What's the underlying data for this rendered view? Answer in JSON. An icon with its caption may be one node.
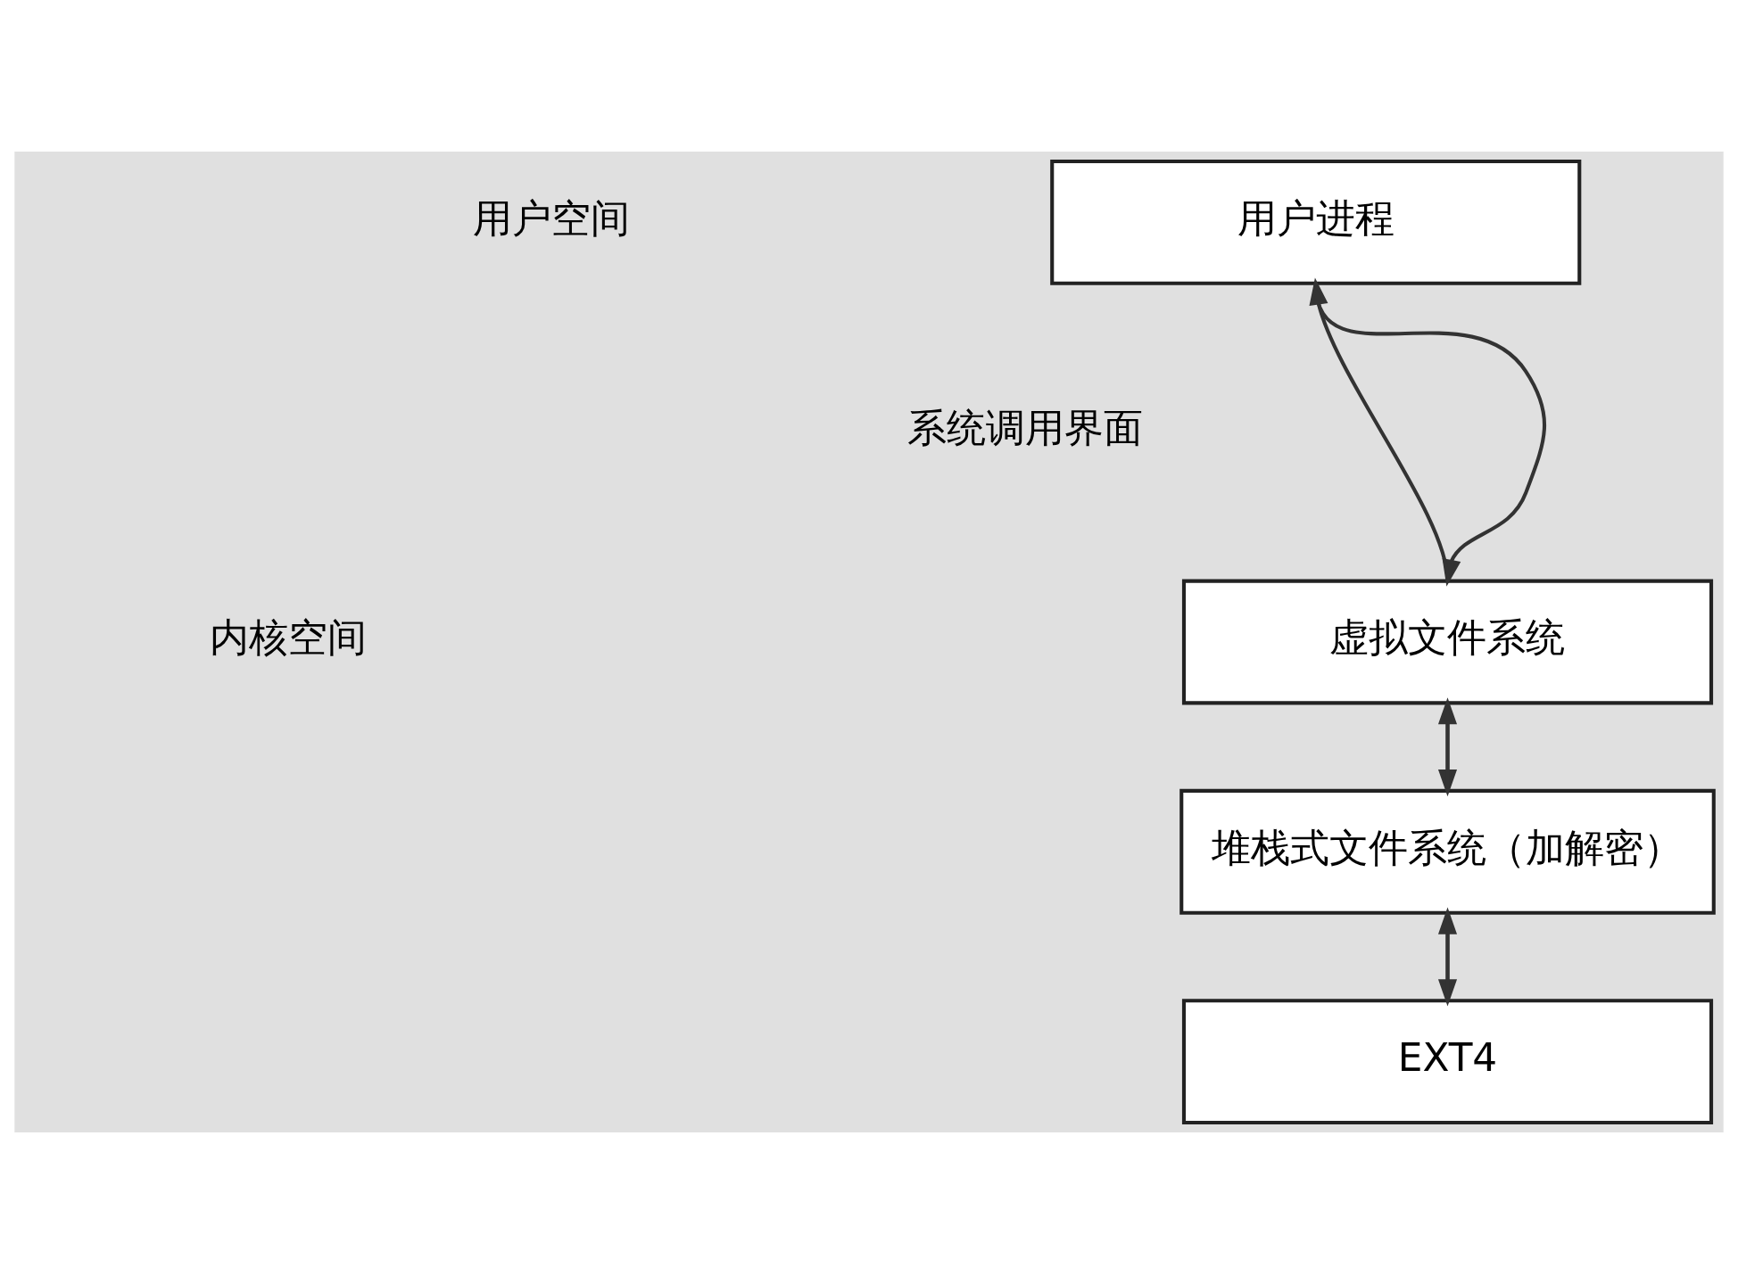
{
  "diagram": {
    "nodes": [
      {
        "text": [
          "用户进程"
        ]
      },
      {
        "text": [
          "虚拟文件系统"
        ]
      },
      {
        "text": [
          "堆栈式文件系统（加解密）"
        ]
      },
      {
        "text": [
          "EXT4"
        ]
      }
    ],
    "edges": [
      {
        "from": 0,
        "to": 1,
        "arrow": "to"
      },
      {
        "from": 1,
        "to": 0,
        "arrow": "to"
      },
      {
        "from": 1,
        "to": 2,
        "arrow": "to"
      },
      {
        "from": 2,
        "to": 1,
        "arrow": "to"
      },
      {
        "from": 2,
        "to": 3,
        "arrow": "to"
      },
      {
        "from": 3,
        "to": 2,
        "arrow": "to"
      }
    ],
    "labels": [
      "用户空间",
      "系统调用界面",
      "内核空间"
    ]
  }
}
